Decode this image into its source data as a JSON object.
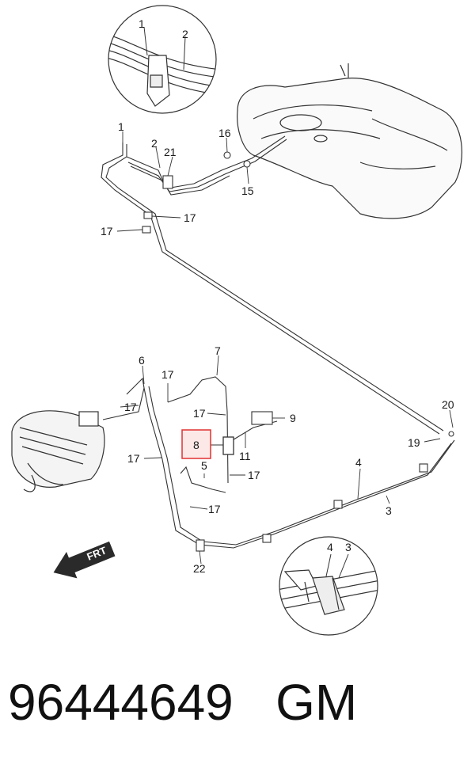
{
  "callouts": {
    "l1_inset": "1",
    "l2_inset": "2",
    "l1": "1",
    "l2": "2",
    "l21": "21",
    "l16": "16",
    "l15": "15",
    "l17_a": "17",
    "l17_b": "17",
    "l6": "6",
    "l7": "7",
    "l17_c": "17",
    "l17_d": "17",
    "l17_e": "17",
    "l9": "9",
    "l8": "8",
    "l11": "11",
    "l17_f": "17",
    "l5": "5",
    "l17_g": "17",
    "l17_h": "17",
    "l4": "4",
    "l3": "3",
    "l20": "20",
    "l19": "19",
    "l22": "22",
    "l4_inset": "4",
    "l3_inset": "3"
  },
  "direction_arrow": "FRT",
  "highlight_color": "#e03030",
  "part_reference": {
    "number": "96444649",
    "brand": "GM"
  }
}
